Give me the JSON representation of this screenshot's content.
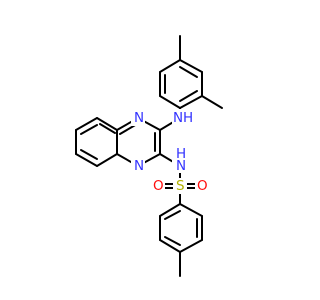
{
  "molecule": {
    "atom_labels": {
      "n_amine": "N",
      "n_amine_h": "H",
      "n_ring_top": "N",
      "n_ring_bottom": "N",
      "n_sulfonamide": "N",
      "n_sulfonamide_h": "H",
      "sulfur": "S",
      "oxygen_left": "O",
      "oxygen_right": "O"
    },
    "colors": {
      "bond": "#000000",
      "nitrogen": "#3333ff",
      "oxygen": "#ff0d0d",
      "sulfur": "#b2b200"
    }
  }
}
